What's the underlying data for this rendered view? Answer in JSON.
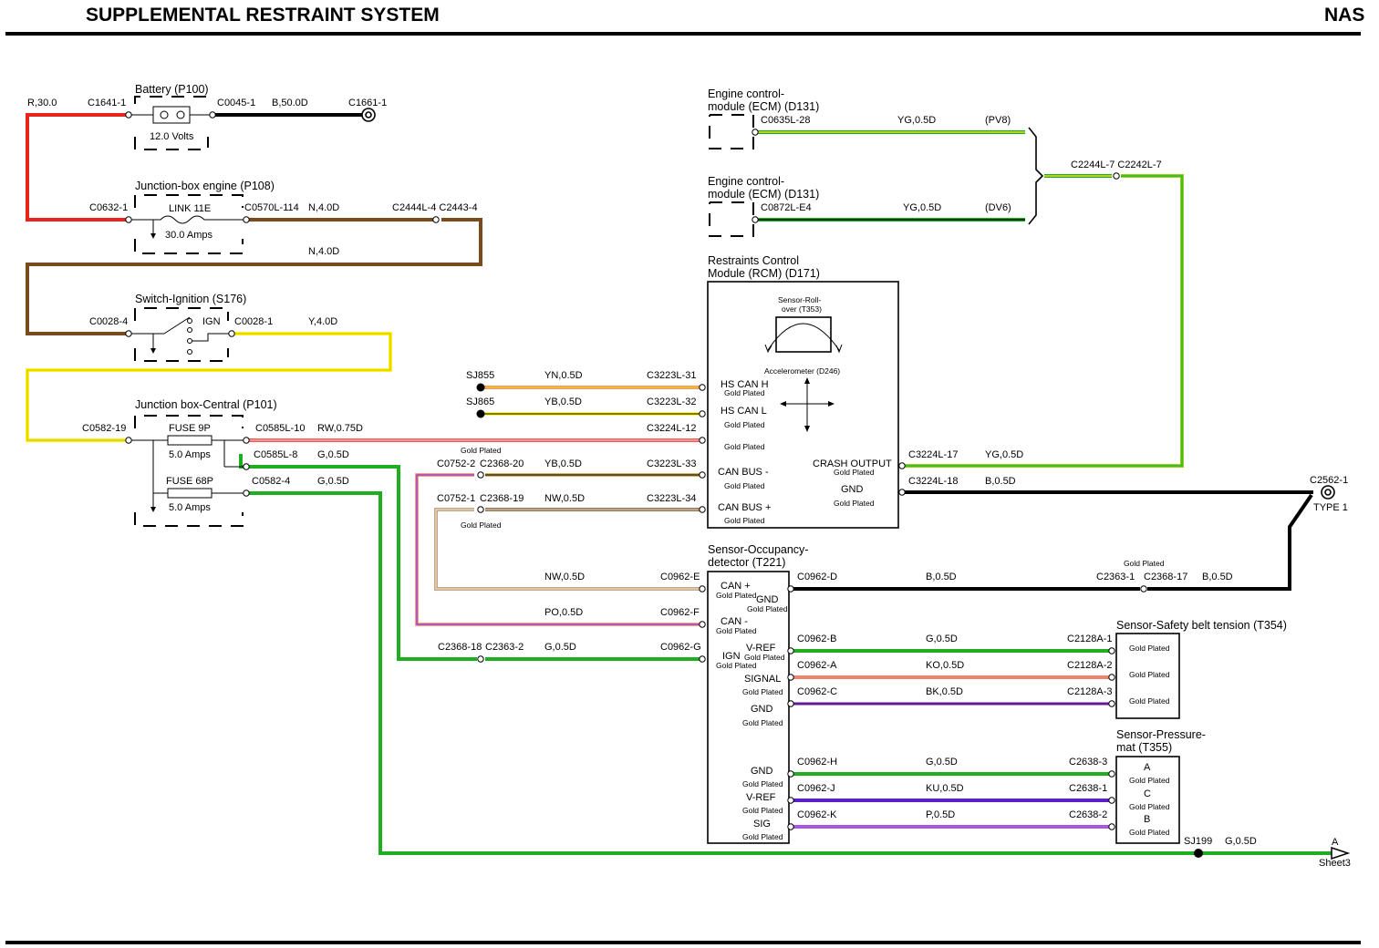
{
  "header": {
    "title": "SUPPLEMENTAL RESTRAINT SYSTEM",
    "region": "NAS"
  },
  "colors": {
    "red": "#e8231e",
    "brown": "#7a4a1c",
    "yellow": "#fff21a",
    "green": "#1fae1f",
    "black": "#000000",
    "ygreen": "#8ed11f",
    "orange": "#e97a3e",
    "violet": "#7b2ff2",
    "purple": "#a855e0",
    "salmon": "#f0826e",
    "wire_tan": "#c89a3c",
    "wire_nw": "#b48c5a"
  },
  "components": {
    "battery": {
      "name": "Battery (P100)",
      "voltage": "12.0 Volts",
      "pin_in": "C1641-1",
      "pin_out": "C0045-1",
      "wire_in": "R,30.0",
      "wire_out": "B,50.0D",
      "ground": "C1661-1"
    },
    "jb_engine": {
      "name": "Junction-box engine (P108)",
      "link": "LINK 11E",
      "amps": "30.0 Amps",
      "pin_in": "C0632-1",
      "pin_out": "C0570L-114",
      "wire1": "N,4.0D",
      "conn": "C2444L-4 C2443-4",
      "wire2": "N,4.0D"
    },
    "ignition": {
      "name": "Switch-Ignition (S176)",
      "ign": "IGN",
      "pin_in": "C0028-4",
      "pin_out": "C0028-1",
      "wire_out": "Y,4.0D"
    },
    "jb_central": {
      "name": "Junction box-Central (P101)",
      "pin_in": "C0582-19",
      "fuse1": "FUSE 9P",
      "fuse1_amps": "5.0 Amps",
      "fuse2": "FUSE 68P",
      "fuse2_amps": "5.0 Amps",
      "pin1": "C0585L-10",
      "wire1": "RW,0.75D",
      "pin2": "C0585L-8",
      "wire2": "G,0.5D",
      "pin3": "C0582-4",
      "wire3": "G,0.5D"
    },
    "ecm1": {
      "name1": "Engine control-",
      "name2": "module (ECM) (D131)",
      "pin": "C0635L-28",
      "wire": "YG,0.5D",
      "tag": "(PV8)"
    },
    "ecm2": {
      "name1": "Engine control-",
      "name2": "module (ECM) (D131)",
      "pin": "C0872L-E4",
      "wire": "YG,0.5D",
      "tag": "(DV6)"
    },
    "ecm_conn": "C2244L-7 C2242L-7",
    "rcm": {
      "name1": "Restraints Control",
      "name2": "Module (RCM) (D171)",
      "rollover1": "Sensor-Roll-",
      "rollover2": "over (T353)",
      "accel": "Accelerometer (D246)",
      "hs_can_h": "HS CAN H",
      "hs_can_l": "HS CAN L",
      "can_bus_minus": "CAN BUS -",
      "can_bus_plus": "CAN BUS +",
      "crash_output": "CRASH OUTPUT",
      "gnd": "GND",
      "gold": "Gold Plated"
    },
    "rcm_wires": {
      "sj855": "SJ855",
      "w1": "YN,0.5D",
      "p1": "C3223L-31",
      "sj865": "SJ865",
      "w2": "YB,0.5D",
      "p2": "C3223L-32",
      "p3": "C3224L-12",
      "c0752_2": "C0752-2",
      "c2368_20": "C2368-20",
      "w4": "YB,0.5D",
      "p4": "C3223L-33",
      "c0752_1": "C0752-1",
      "c2368_19": "C2368-19",
      "w5": "NW,0.5D",
      "p5": "C3223L-34",
      "p_crash": "C3224L-17",
      "w_crash": "YG,0.5D",
      "p_gnd": "C3224L-18",
      "w_gnd": "B,0.5D",
      "c2562": "C2562-1",
      "type1": "TYPE 1"
    },
    "occupancy": {
      "name1": "Sensor-Occupancy-",
      "name2": "detector (T221)",
      "can_plus": "CAN +",
      "can_minus": "CAN -",
      "gnd": "GND",
      "vref": "V-REF",
      "ign": "IGN",
      "signal": "SIGNAL",
      "gnd2": "GND",
      "gnd3": "GND",
      "vref2": "V-REF",
      "sig": "SIG",
      "left": {
        "w_e": "NW,0.5D",
        "p_e": "C0962-E",
        "w_f": "PO,0.5D",
        "p_f": "C0962-F",
        "c2368_18": "C2368-18",
        "c2363_2": "C2363-2",
        "w_g": "G,0.5D",
        "p_g": "C0962-G"
      },
      "right": {
        "p_d": "C0962-D",
        "w_d": "B,0.5D",
        "c2363_1": "C2363-1",
        "c2368_17": "C2368-17",
        "w_d2": "B,0.5D",
        "p_b": "C0962-B",
        "w_b": "G,0.5D",
        "t_b": "C2128A-1",
        "p_a": "C0962-A",
        "w_a": "KO,0.5D",
        "t_a": "C2128A-2",
        "p_c": "C0962-C",
        "w_c": "BK,0.5D",
        "t_c": "C2128A-3",
        "p_h": "C0962-H",
        "w_h": "G,0.5D",
        "t_h": "C2638-3",
        "p_j": "C0962-J",
        "w_j": "KU,0.5D",
        "t_j": "C2638-1",
        "p_k": "C0962-K",
        "w_k": "P,0.5D",
        "t_k": "C2638-2"
      }
    },
    "belt": {
      "name": "Sensor-Safety belt tension (T354)"
    },
    "pressure": {
      "name1": "Sensor-Pressure-",
      "name2": "mat (T355)",
      "a": "A",
      "c": "C",
      "b": "B"
    },
    "sj199": "SJ199",
    "sj199_wire": "G,0.5D",
    "sheet_a": "A",
    "sheet": "Sheet3"
  }
}
